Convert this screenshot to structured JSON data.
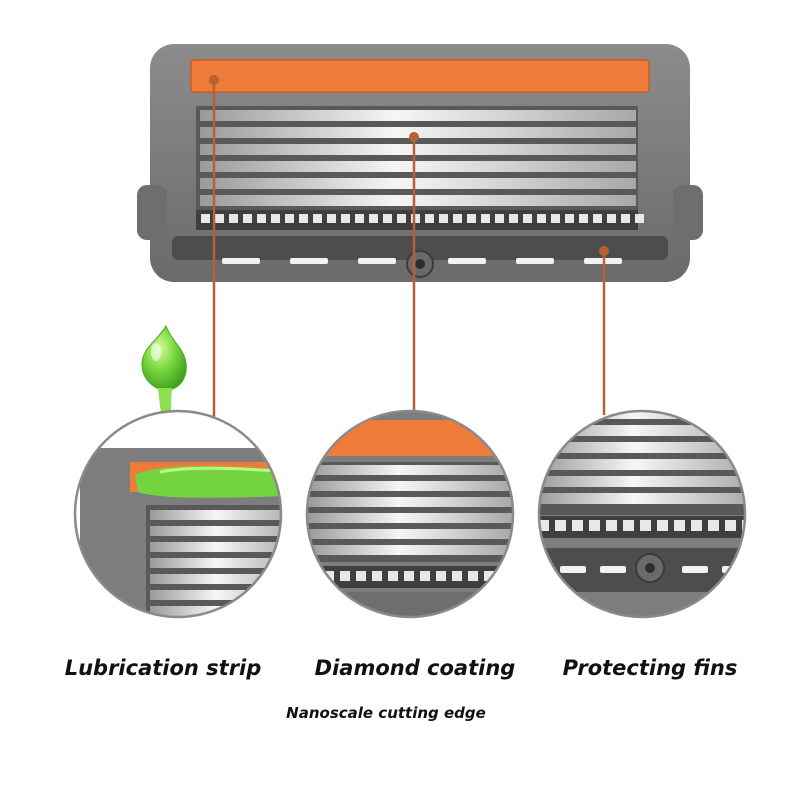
{
  "labels": {
    "lubrication": "Lubrication strip",
    "diamond": "Diamond coating",
    "fins": "Protecting fins",
    "subtitle": "Nanoscale cutting edge"
  },
  "colors": {
    "housing": "#7d7d7d",
    "housing_dark": "#5a5a5a",
    "strip": "#ef7b3a",
    "leader": "#b8602f",
    "gel": "#6fd13a",
    "blade_light": "#f4f4f4",
    "blade_dark": "#8a8a8a"
  },
  "icons": [
    "gel-droplet-icon",
    "pivot-screw-icon"
  ]
}
